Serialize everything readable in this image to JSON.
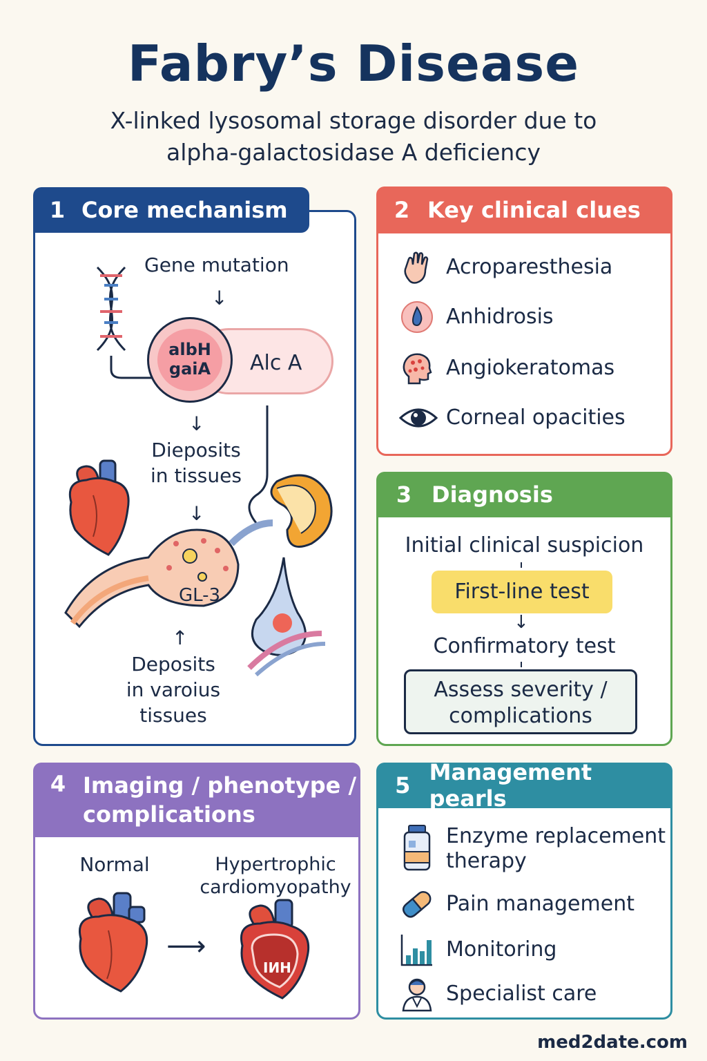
{
  "header": {
    "title": "Fabry’s Disease",
    "subtitle_line1": "X-linked lysosomal storage disorder due to",
    "subtitle_line2": "alpha-galactosidase A deficiency"
  },
  "panels": {
    "core": {
      "number": "1",
      "title": "Core mechanism",
      "color": "#1e4a8c",
      "gene_mutation": "Gene mutation",
      "enzyme_circle_line1": "albH",
      "enzyme_circle_line2": "gaiA",
      "enzyme_capsule": "Alc A",
      "deposits_line1": "Dieposits",
      "deposits_line2": "in tissues",
      "gl3_label": "GL-3",
      "various_line1": "Deposits",
      "various_line2": "in varoius",
      "various_line3": "tissues"
    },
    "clues": {
      "number": "2",
      "title": "Key clinical clues",
      "color": "#e8675a",
      "items": [
        {
          "label": "Acroparesthesia",
          "icon": "hand-icon"
        },
        {
          "label": "Anhidrosis",
          "icon": "sweat-drop-icon"
        },
        {
          "label": "Angiokeratomas",
          "icon": "face-rash-icon"
        },
        {
          "label": "Corneal opacities",
          "icon": "eye-icon"
        }
      ]
    },
    "diagnosis": {
      "number": "3",
      "title": "Diagnosis",
      "color": "#5fa652",
      "step1": "Initial clinical suspicion",
      "step2": "First-line test",
      "step3": "Confirmatory test",
      "step4_line1": "Assess severity /",
      "step4_line2": "complications"
    },
    "imaging": {
      "number": "4",
      "title_line1": "Imaging / phenotype /",
      "title_line2": "complications",
      "color": "#8d72c0",
      "normal_label": "Normal",
      "hcm_line1": "Hypertrophic",
      "hcm_line2": "cardiomyopathy",
      "heart_label": "IИH"
    },
    "management": {
      "number": "5",
      "title": "Management pearls",
      "color": "#2e8ea2",
      "items": [
        {
          "label_line1": "Enzyme replacement",
          "label_line2": "therapy",
          "icon": "vial-icon"
        },
        {
          "label_line1": "Pain management",
          "label_line2": "",
          "icon": "pill-icon"
        },
        {
          "label_line1": "Monitoring",
          "label_line2": "",
          "icon": "bar-chart-icon"
        },
        {
          "label_line1": "Specialist care",
          "label_line2": "",
          "icon": "doctor-icon"
        }
      ]
    }
  },
  "footer": {
    "watermark": "med2date.com"
  }
}
